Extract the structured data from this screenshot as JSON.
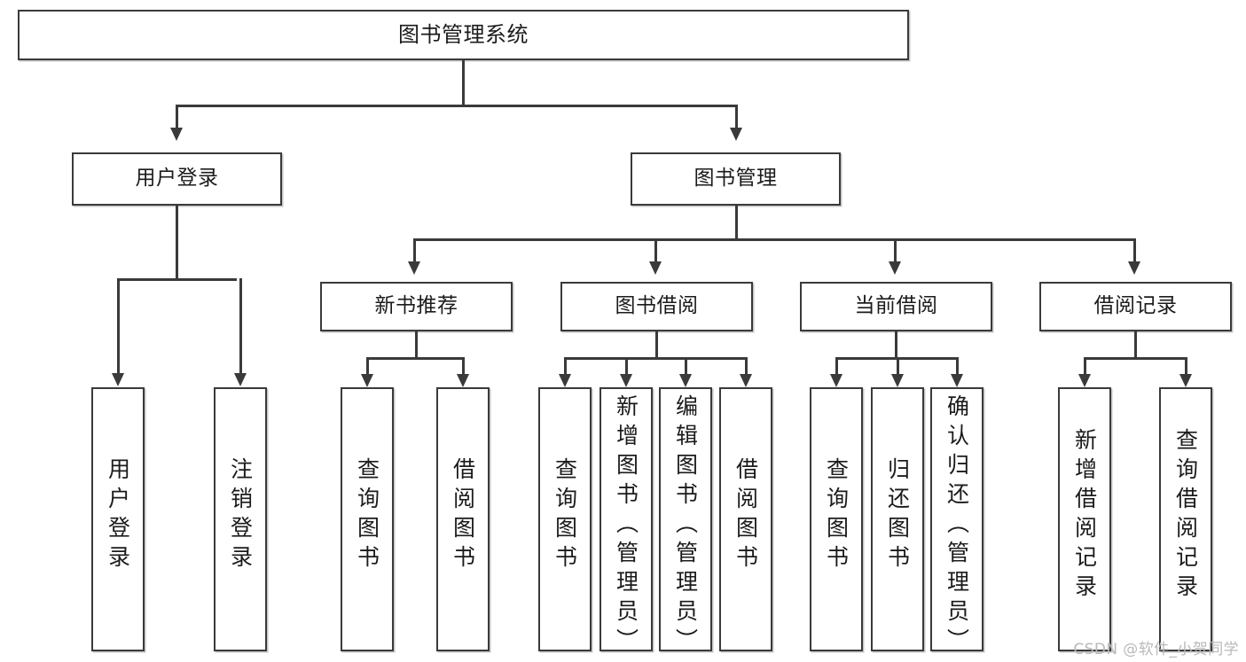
{
  "diagram": {
    "type": "tree-hierarchy",
    "root": {
      "label": "图书管理系统"
    },
    "level2": [
      {
        "label": "用户登录"
      },
      {
        "label": "图书管理"
      }
    ],
    "level3": [
      {
        "label": "新书推荐"
      },
      {
        "label": "图书借阅"
      },
      {
        "label": "当前借阅"
      },
      {
        "label": "借阅记录"
      }
    ],
    "leaves": {
      "user_login": [
        {
          "label": "用户登录"
        },
        {
          "label": "注销登录"
        }
      ],
      "new_book_recommend": [
        {
          "label": "查询图书"
        },
        {
          "label": "借阅图书"
        }
      ],
      "book_borrow": [
        {
          "label": "查询图书"
        },
        {
          "label": "新增图书（管理员）"
        },
        {
          "label": "编辑图书（管理员）"
        },
        {
          "label": "借阅图书"
        }
      ],
      "current_borrow": [
        {
          "label": "查询图书"
        },
        {
          "label": "归还图书"
        },
        {
          "label": "确认归还（管理员）"
        }
      ],
      "borrow_records": [
        {
          "label": "新增借阅记录"
        },
        {
          "label": "查询借阅记录"
        }
      ]
    }
  },
  "watermark": {
    "text": "CSDN @软件_小贺同学"
  },
  "colors": {
    "stroke": "#3a3a3a",
    "fill": "#ffffff",
    "text": "#1b1b1b",
    "watermark": "#b9b9b9"
  }
}
